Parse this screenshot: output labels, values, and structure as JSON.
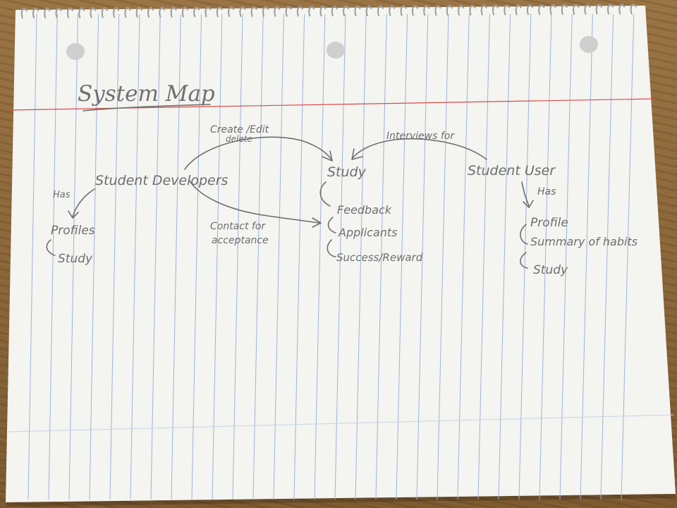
{
  "title": "System Map",
  "nodes": {
    "student_developers": "Student Developers",
    "study_center": "Study",
    "student_user": "Student User",
    "feedback": "Feedback",
    "applicants": "Applicants",
    "success_reward": "Success/Reward",
    "dev_profiles": "Profiles",
    "dev_study": "Study",
    "user_profile": "Profile",
    "user_summary": "Summary of habits",
    "user_study": "Study"
  },
  "edges": {
    "create_edit_line1": "Create /Edit",
    "create_edit_line2": "delete",
    "interviews_for": "Interviews for",
    "contact_line1": "Contact for",
    "contact_line2": "acceptance",
    "dev_has": "Has",
    "user_has": "Has"
  },
  "colors": {
    "paper": "#f5f5f2",
    "rule_line": "#9bb4d8",
    "margin_line": "#d94a4a",
    "ink": "#6e6e6e",
    "desk": "#8a6a3e"
  }
}
